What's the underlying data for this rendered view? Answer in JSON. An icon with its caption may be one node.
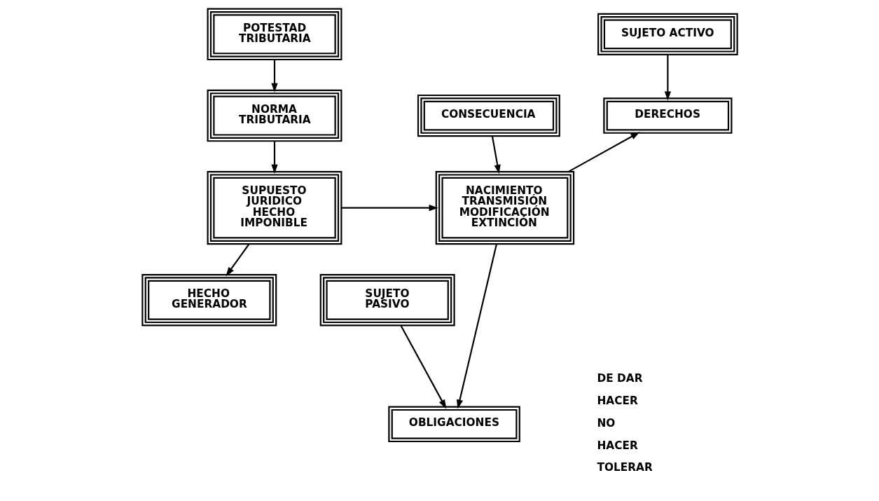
{
  "diagram": {
    "nodes": [
      {
        "text": [
          "POTESTAD TRIBUTARIA"
        ]
      },
      {
        "text": [
          "SUJETO ACTIVO"
        ]
      },
      {
        "text": [
          "NORMA TRIBUTARIA"
        ]
      },
      {
        "text": [
          "DERECHOS"
        ]
      },
      {
        "text": [
          "CONSECUENCIA"
        ]
      },
      {
        "text": [
          "SUPUESTO JURIDICO HECHO IMPONIBLE"
        ]
      },
      {
        "text": [
          "NACIMIENTO",
          "TRANSMISIÓN",
          "MODIFICACIÓN",
          "EXTINCIÓN"
        ]
      },
      {
        "text": [
          "OBLIGACIONES"
        ]
      },
      {
        "text": [
          "HECHO GENERADOR"
        ]
      },
      {
        "text": [
          "SUJETO PASIVO"
        ]
      }
    ],
    "edges": [
      {
        "from": 0,
        "to": 2,
        "arrow": "to"
      },
      {
        "from": 2,
        "to": 5,
        "arrow": "to"
      },
      {
        "from": 5,
        "to": 8,
        "arrow": "to"
      },
      {
        "from": 5,
        "to": 6,
        "arrow": "to"
      },
      {
        "from": 4,
        "to": 6,
        "arrow": "to"
      },
      {
        "from": 1,
        "to": 3,
        "arrow": "to"
      },
      {
        "from": 6,
        "to": 3,
        "arrow": "to"
      },
      {
        "from": 6,
        "to": 7,
        "arrow": "to"
      },
      {
        "from": 9,
        "to": 7,
        "arrow": "to"
      }
    ],
    "labels": [
      "DE DAR",
      "HACER",
      "NO",
      "HACER",
      "TOLERAR"
    ]
  }
}
